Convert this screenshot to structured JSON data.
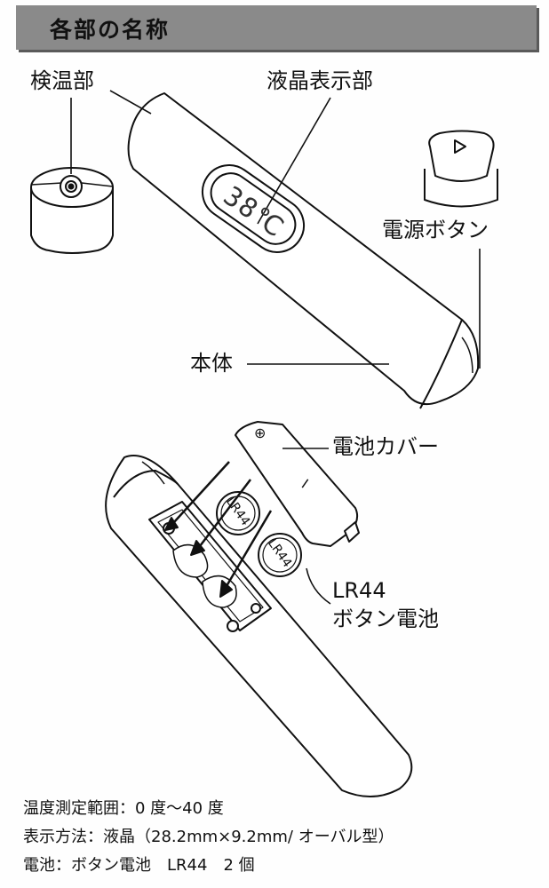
{
  "header": {
    "title": "各部の名称"
  },
  "labels": {
    "probe": "検温部",
    "display": "液晶表示部",
    "power_button": "電源ボタン",
    "body": "本体",
    "battery_cover": "電池カバー",
    "battery_line1": "LR44",
    "battery_line2": "ボタン電池"
  },
  "lcd": {
    "reading": "38℃"
  },
  "battery_marks": {
    "plus": "⊕",
    "minus": "−",
    "cell": "LR44"
  },
  "specs": [
    "温度測定範囲：0 度〜40 度",
    "表示方法：液晶（28.2mm×9.2mm/ オーバル型）",
    "電池：ボタン電池　LR44　2 個"
  ]
}
